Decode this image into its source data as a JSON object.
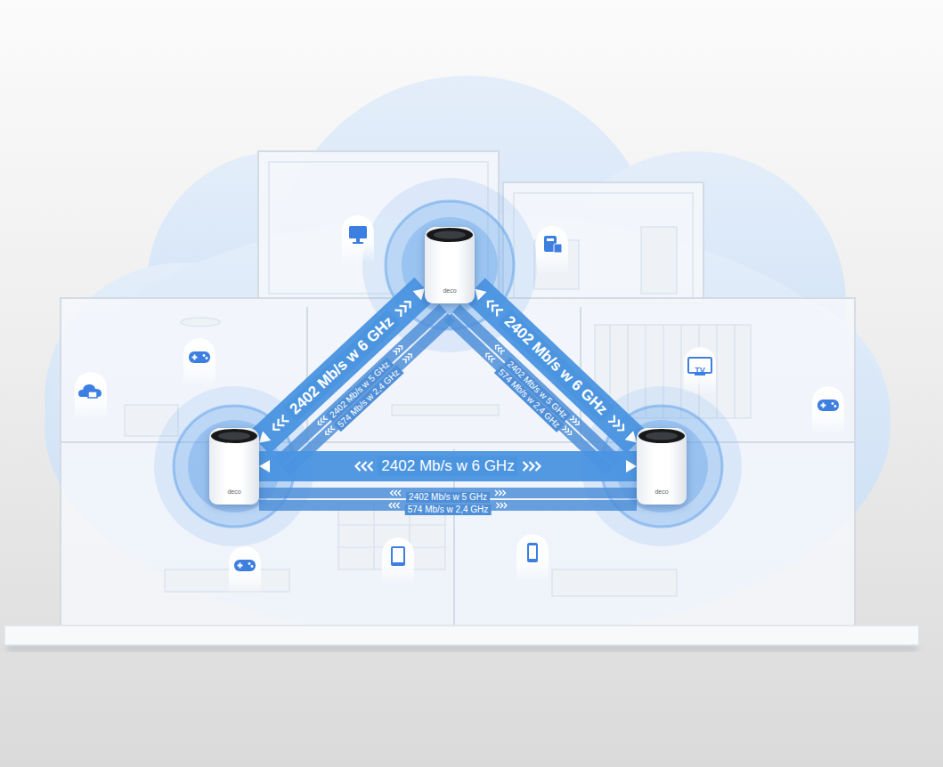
{
  "diagram": {
    "nodes": [
      {
        "text": [
          "deco"
        ]
      },
      {
        "text": [
          "deco"
        ]
      },
      {
        "text": [
          "deco"
        ]
      }
    ],
    "edges": [
      {
        "from": 1,
        "to": 0,
        "arrow": "both",
        "label": "2402 Mb/s w 6 GHz"
      },
      {
        "from": 0,
        "to": 2,
        "arrow": "both",
        "label": "2402 Mb/s w 6 GHz"
      },
      {
        "from": 1,
        "to": 2,
        "arrow": "both",
        "label": "2402 Mb/s w 6 GHz"
      }
    ],
    "labels": [
      "2402 Mb/s w 5 GHz",
      "574 Mb/s w 2,4 GHz",
      "2402 Mb/s w 5 GHz",
      "574 Mb/s w 2,4 GHz",
      "2402 Mb/s w 5 GHz",
      "574 Mb/s w 2,4 GHz",
      "TV"
    ]
  }
}
